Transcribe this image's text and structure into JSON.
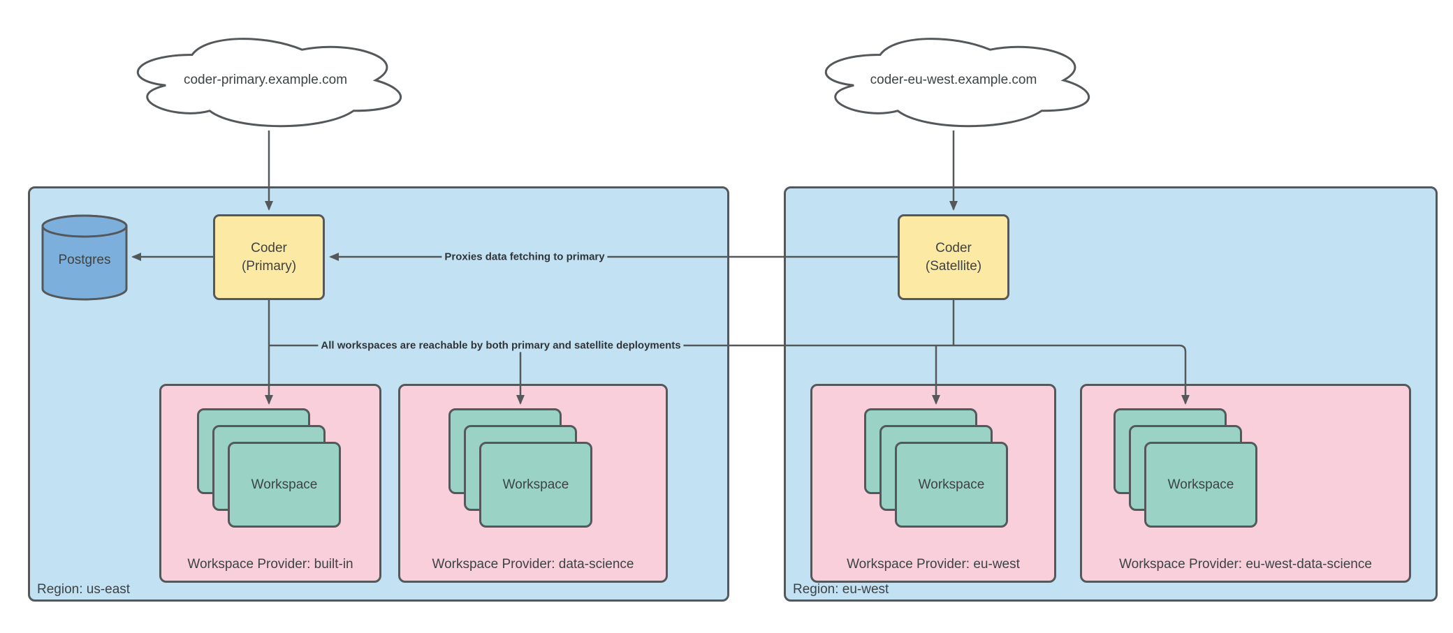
{
  "diagram": {
    "clouds": [
      {
        "label": "coder-primary.example.com"
      },
      {
        "label": "coder-eu-west.example.com"
      }
    ],
    "database": {
      "label": "Postgres"
    },
    "regions": [
      {
        "label": "Region: us-east",
        "coder_label": "Coder\n(Primary)",
        "providers": [
          {
            "label": "Workspace Provider: built-in",
            "workspace_label": "Workspace"
          },
          {
            "label": "Workspace Provider: data-science",
            "workspace_label": "Workspace"
          }
        ]
      },
      {
        "label": "Region: eu-west",
        "coder_label": "Coder\n(Satellite)",
        "providers": [
          {
            "label": "Workspace Provider: eu-west",
            "workspace_label": "Workspace"
          },
          {
            "label": "Workspace Provider: eu-west-data-science",
            "workspace_label": "Workspace"
          }
        ]
      }
    ],
    "edges": {
      "proxies_label": "Proxies data fetching to primary",
      "reachable_label": "All workspaces are reachable by both primary and satellite deployments"
    },
    "colors": {
      "region_fill": "#c2e2f3",
      "provider_fill": "#f8cfdb",
      "workspace_fill": "#9ad3c5",
      "coder_fill": "#fce9a4",
      "database_fill": "#7cafdc",
      "stroke": "#54585b"
    }
  }
}
